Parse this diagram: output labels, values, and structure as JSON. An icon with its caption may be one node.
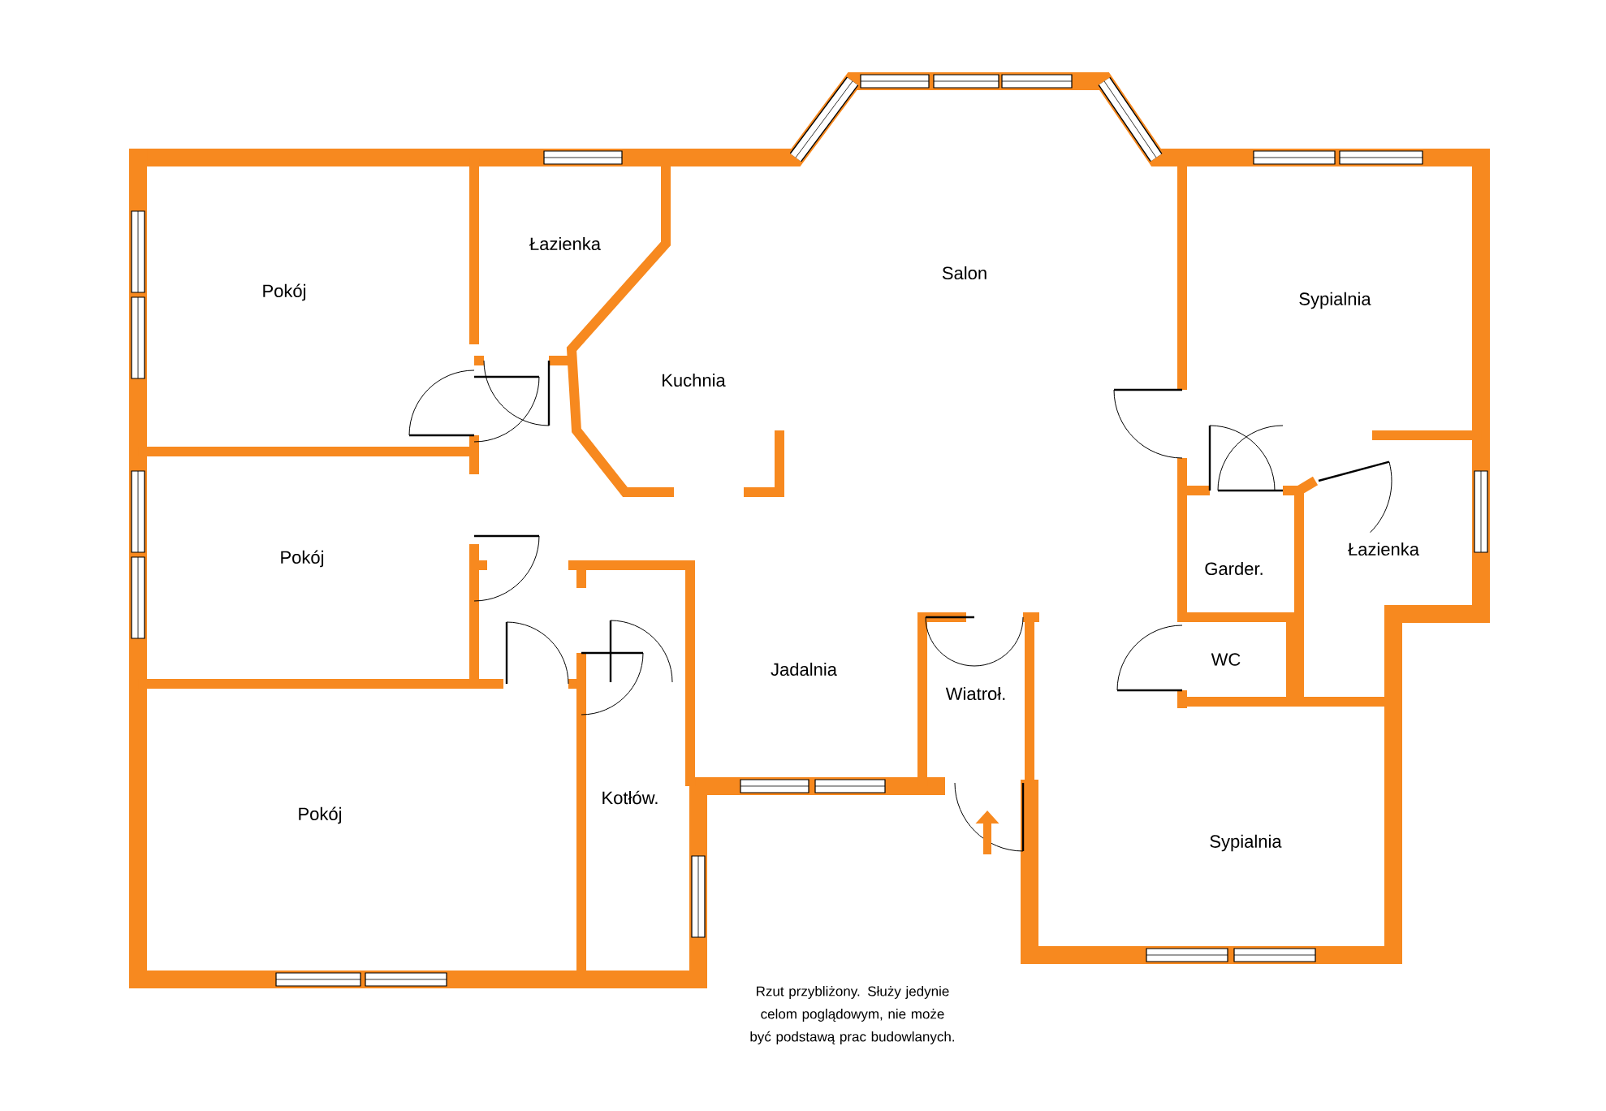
{
  "diagram": {
    "caption": "Rzut przybliżony. Służy jedynie celom poglądowym, nie może być podstawą prac budowlanych.",
    "labels": [
      "Łazienka",
      "Salon",
      "Pokój",
      "Sypialnia",
      "Kuchnia",
      "Pokój",
      "Garder.",
      "Łazienka",
      "WC",
      "Jadalnia",
      "Wiatroł.",
      "Kotłów.",
      "Pokój",
      "Sypialnia"
    ]
  }
}
